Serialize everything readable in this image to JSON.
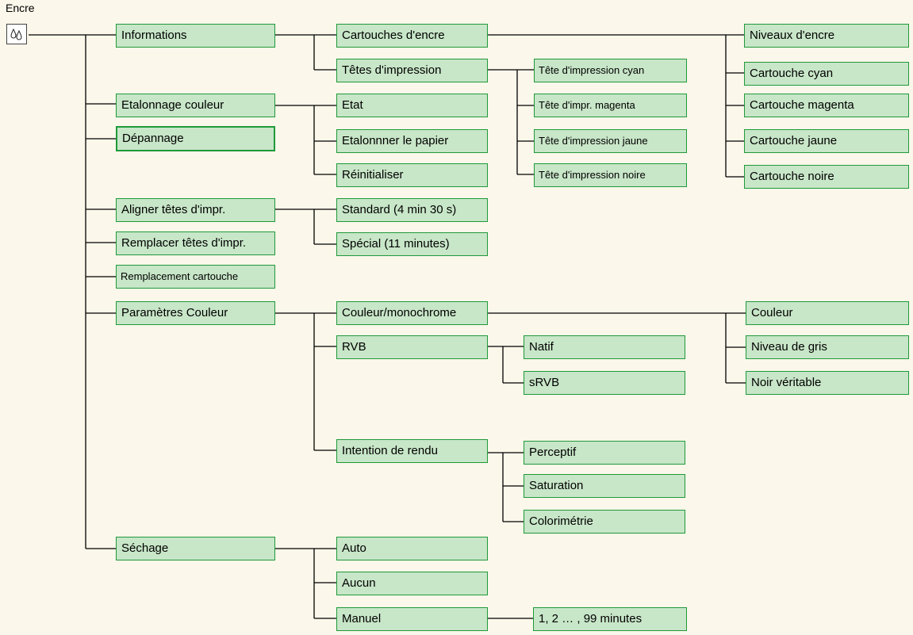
{
  "root": {
    "label": "Encre",
    "icon": "ink-drops-icon"
  },
  "nodes": {
    "informations": "Informations",
    "etalonnage_couleur": "Etalonnage couleur",
    "depannage": "Dépannage",
    "aligner_tetes": "Aligner têtes d'impr.",
    "remplacer_tetes": "Remplacer têtes d'impr.",
    "remplacement_cartouche": "Remplacement cartouche",
    "parametres_couleur": "Paramètres Couleur",
    "sechage": "Séchage",
    "cartouches_encre": "Cartouches d'encre",
    "tetes_impression": "Têtes d'impression",
    "etat": "Etat",
    "etalonner_papier": "Etalonnner le papier",
    "reinitialiser": "Réinitialiser",
    "standard": "Standard (4 min 30 s)",
    "special": "Spécial (11 minutes)",
    "couleur_monochrome": "Couleur/monochrome",
    "rvb": "RVB",
    "intention_rendu": "Intention de rendu",
    "auto": "Auto",
    "aucun": "Aucun",
    "manuel": "Manuel",
    "tete_cyan": "Tête d'impression cyan",
    "tete_magenta": "Tête d'impr. magenta",
    "tete_jaune": "Tête d'impression jaune",
    "tete_noire": "Tête d'impression noire",
    "natif": "Natif",
    "srvb": "sRVB",
    "perceptif": "Perceptif",
    "saturation": "Saturation",
    "colorimetrie": "Colorimétrie",
    "minutes": "1, 2 … , 99 minutes",
    "niveaux_encre": "Niveaux d'encre",
    "cartouche_cyan": "Cartouche cyan",
    "cartouche_magenta": "Cartouche magenta",
    "cartouche_jaune": "Cartouche jaune",
    "cartouche_noire": "Cartouche noire",
    "couleur": "Couleur",
    "niveau_gris": "Niveau de gris",
    "noir_veritable": "Noir véritable"
  },
  "colors": {
    "box_fill": "#c8e6c8",
    "box_border": "#1f9a3a",
    "line": "#000000",
    "background": "#fbf7ea"
  }
}
